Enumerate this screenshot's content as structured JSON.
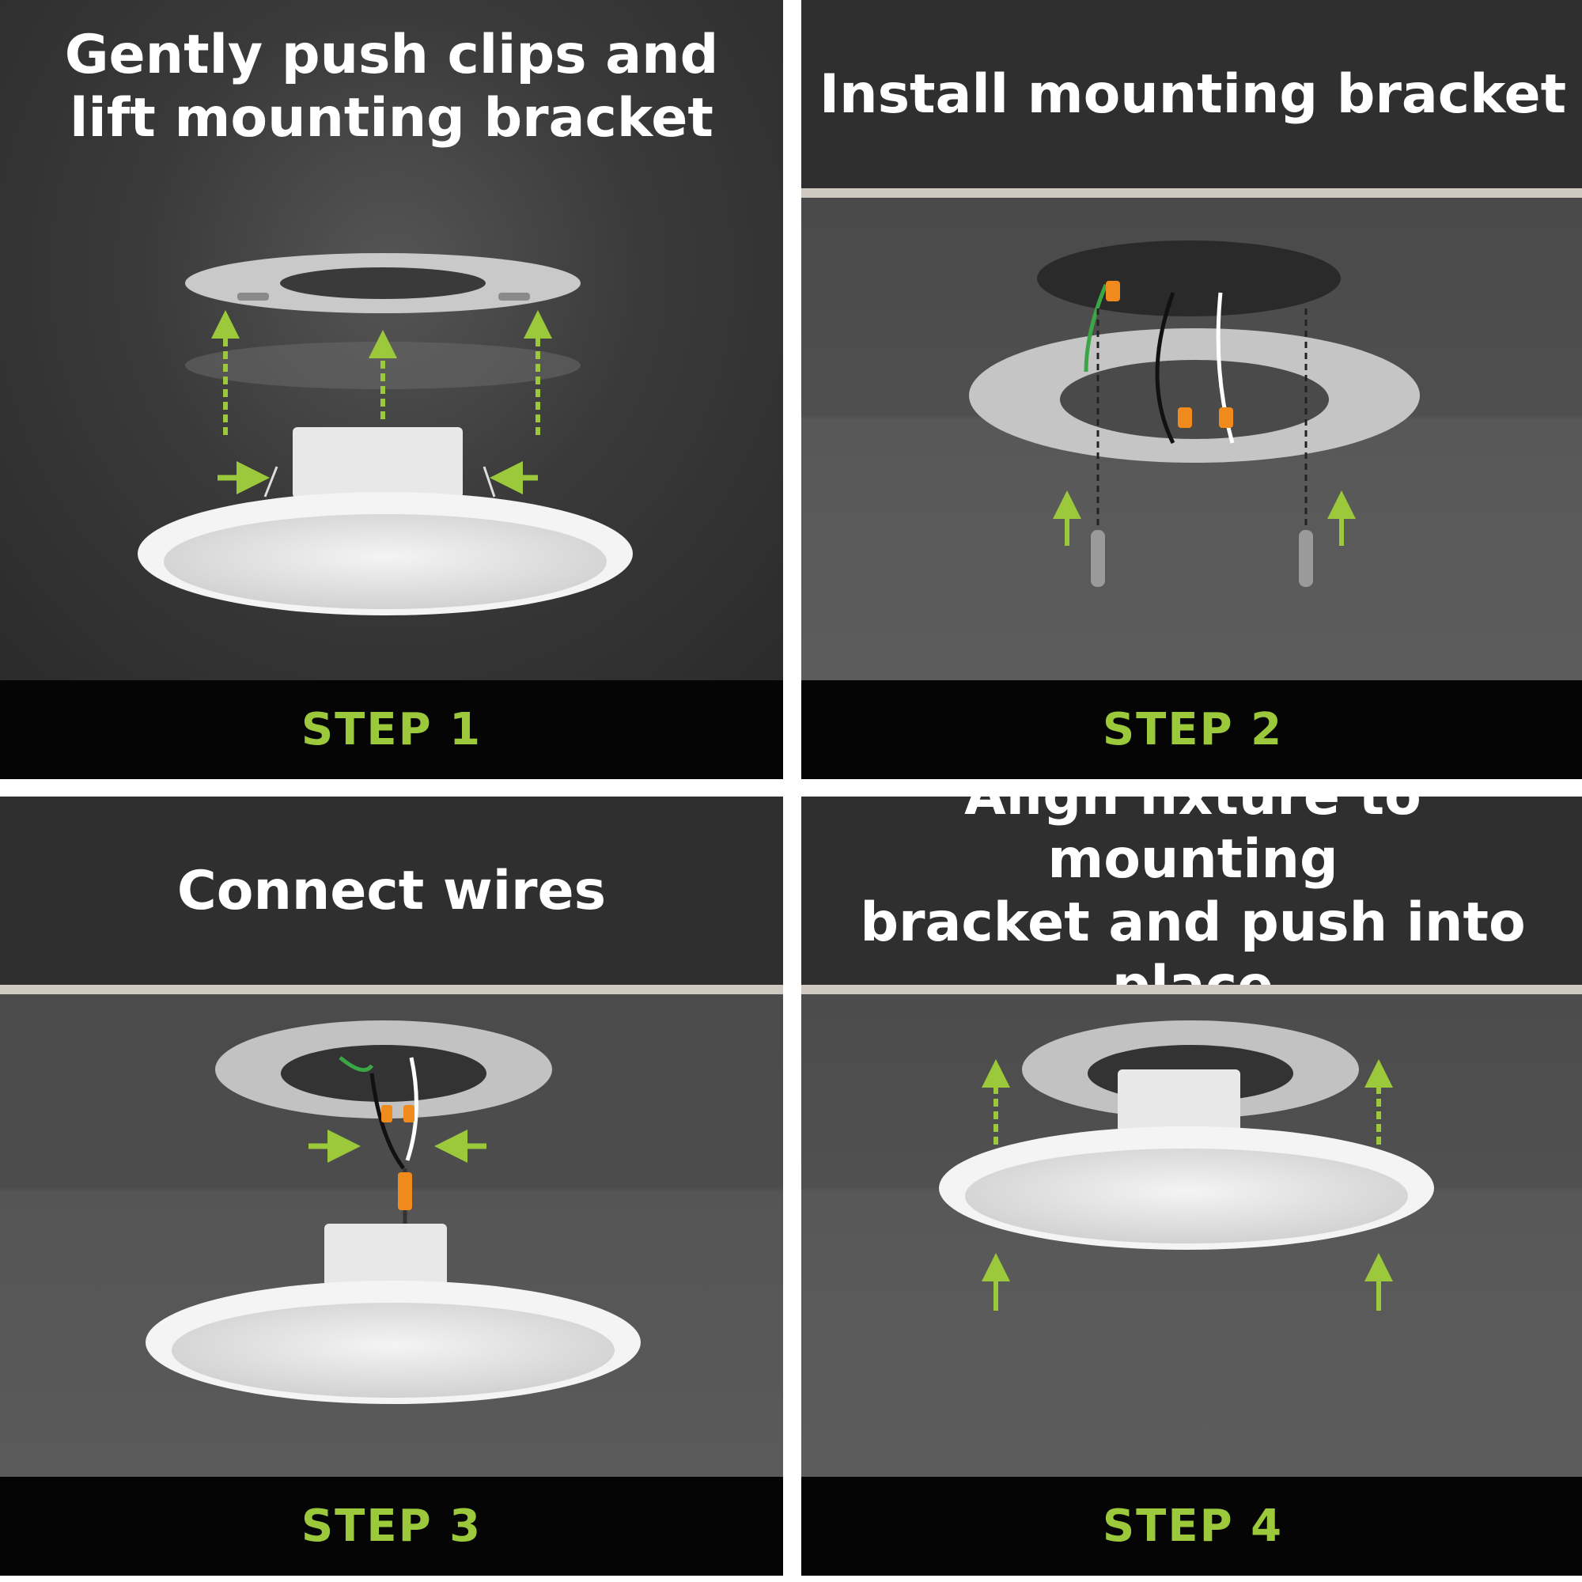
{
  "panels": [
    {
      "title_lines": [
        "Gently push clips and",
        "lift mounting bracket"
      ],
      "step": "STEP 1"
    },
    {
      "title_lines": [
        "Install mounting bracket"
      ],
      "step": "STEP 2"
    },
    {
      "title_lines": [
        "Connect wires"
      ],
      "step": "STEP 3"
    },
    {
      "title_lines": [
        "Align fixture to mounting",
        "bracket and push into place"
      ],
      "step": "STEP 4"
    }
  ],
  "colors": {
    "step_label": "#9bc93b",
    "arrow": "#9bc93b",
    "footer_bg": "#050505",
    "title_text": "#ffffff"
  }
}
